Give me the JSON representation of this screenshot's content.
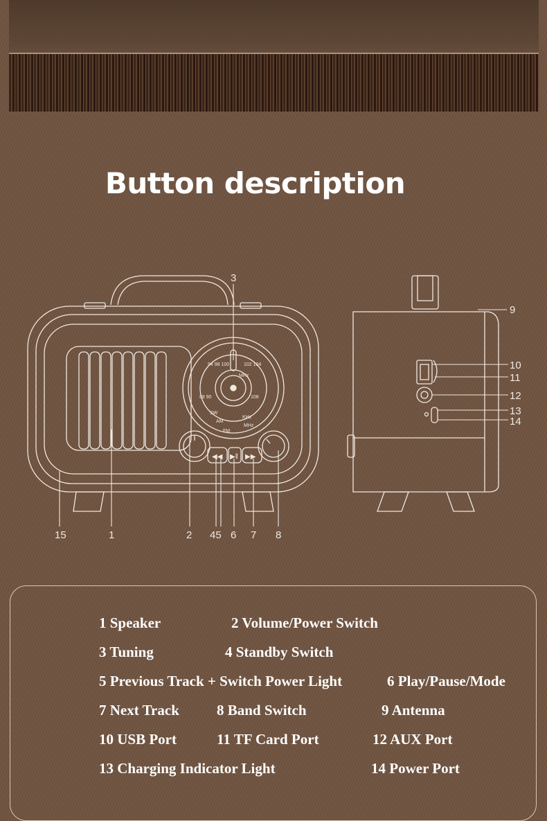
{
  "title": "Button description",
  "diagram_labels": {
    "n1": "1",
    "n2": "2",
    "n3": "3",
    "n45": "45",
    "n6": "6",
    "n7": "7",
    "n8": "8",
    "n9": "9",
    "n10": "10",
    "n11": "11",
    "n12": "12",
    "n13": "13",
    "n14": "14",
    "n15": "15"
  },
  "dial": {
    "mhz_top": "MHz",
    "khz": "KHz",
    "mhz_bottom": "MHz",
    "sw": "SW",
    "am": "AM",
    "fm": "FM"
  },
  "legend": {
    "i1": "1 Speaker",
    "i2": "2 Volume/Power Switch",
    "i3": "3 Tuning",
    "i4": "4 Standby Switch",
    "i5": "5 Previous Track + Switch Power Light",
    "i6": "6 Play/Pause/Mode",
    "i7": "7 Next Track",
    "i8": "8 Band Switch",
    "i9": "9 Antenna",
    "i10": "10 USB Port",
    "i11": "11 TF Card Port",
    "i12": "12 AUX Port",
    "i13": "13 Charging Indicator Light",
    "i14": "14 Power Port"
  }
}
